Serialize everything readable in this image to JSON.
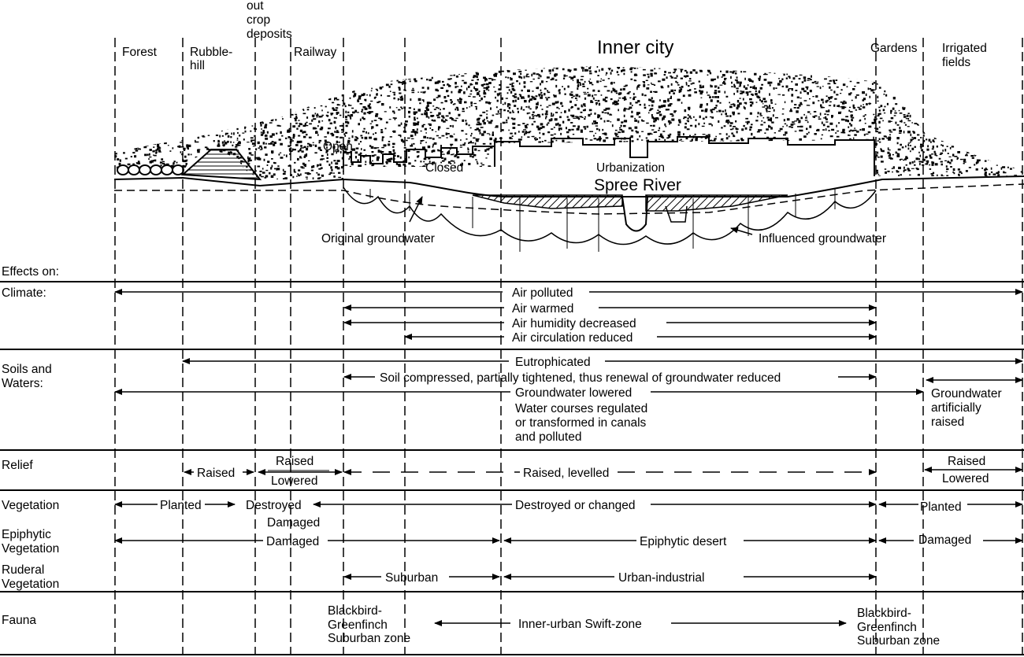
{
  "title": "Inner city",
  "zones": {
    "forest": "Forest",
    "rubble_1": "Rubble-",
    "rubble_2": "hill",
    "outcrop_1": "out",
    "outcrop_2": "crop",
    "outcrop_3": "deposits",
    "railway": "Railway",
    "gardens": "Gardens",
    "irrigated_1": "Irrigated",
    "irrigated_2": "fields"
  },
  "profile_labels": {
    "open": "Open",
    "closed": "Closed",
    "urbanization": "Urbanization",
    "river": "Spree River",
    "original_gw": "Original groundwater",
    "influenced_gw": "Influenced groundwater"
  },
  "effects_header": "Effects on:",
  "sections": {
    "climate": "Climate:",
    "soils_1": "Soils and",
    "soils_2": "Waters:",
    "relief": "Relief",
    "vegetation": "Vegetation",
    "epiphytic_1": "Epiphytic",
    "epiphytic_2": "Vegetation",
    "ruderal_1": "Ruderal",
    "ruderal_2": "Vegetation",
    "fauna": "Fauna"
  },
  "effects": {
    "air_polluted": "Air polluted",
    "air_warmed": "Air warmed",
    "air_humidity": "Air humidity decreased",
    "air_circulation": "Air circulation reduced",
    "eutrophicated": "Eutrophicated",
    "soil_compressed": "Soil compressed, partially tightened, thus renewal of groundwater reduced",
    "gw_lowered": "Groundwater lowered",
    "water_1": "Water courses regulated",
    "water_2": "or transformed in canals",
    "water_3": "and polluted",
    "gw_raised_1": "Groundwater",
    "gw_raised_2": "artificially",
    "gw_raised_3": "raised",
    "relief_raised_a": "Raised",
    "relief_raised_b": "Raised",
    "relief_lowered_b": "Lowered",
    "relief_levelled": "Raised, levelled",
    "relief_raised_c": "Raised",
    "relief_lowered_c": "Lowered",
    "veg_planted_a": "Planted",
    "veg_destroyed": "Destroyed",
    "veg_damaged": "Damaged",
    "veg_changed": "Destroyed or changed",
    "veg_planted_b": "Planted",
    "epi_damaged_a": "Damaged",
    "epi_desert": "Epiphytic desert",
    "epi_damaged_b": "Damaged",
    "rud_suburban": "Suburban",
    "rud_urban": "Urban-industrial",
    "fauna_left_1": "Blackbird-",
    "fauna_left_2": "Greenfinch",
    "fauna_left_3": "Suburban zone",
    "fauna_swift": "Inner-urban Swift-zone",
    "fauna_right_1": "Blackbird-",
    "fauna_right_2": "Greenfinch",
    "fauna_right_3": "Suburban zone"
  }
}
